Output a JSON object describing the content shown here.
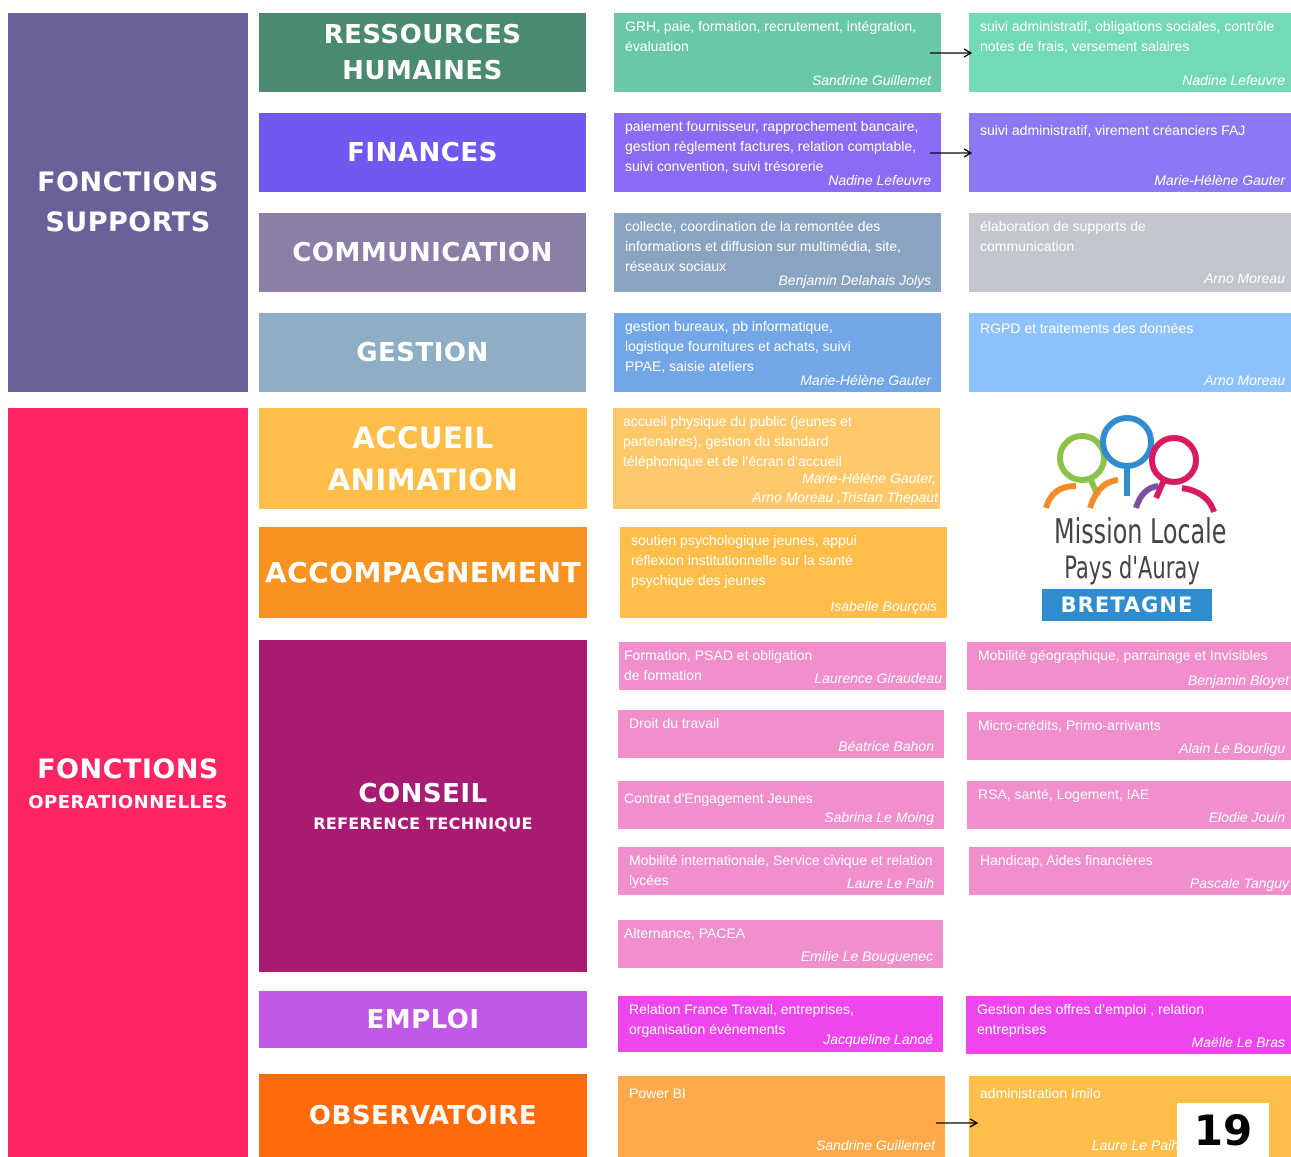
{
  "groups": {
    "supports": {
      "line1": "FONCTIONS",
      "line2": "SUPPORTS",
      "color": "#6a6199"
    },
    "operationnelles": {
      "line1": "FONCTIONS",
      "line2": "OPERATIONNELLES",
      "color": "#ff2462"
    }
  },
  "categories": {
    "rh": {
      "line1": "RESSOURCES",
      "line2": "HUMAINES",
      "color": "#4a8a6f"
    },
    "finances": {
      "line1": "FINANCES",
      "color": "#6f59f0"
    },
    "communication": {
      "line1": "COMMUNICATION",
      "color": "#8b7fa8"
    },
    "gestion": {
      "line1": "GESTION",
      "color": "#8eaec6"
    },
    "accueil": {
      "line1": "ACCUEIL",
      "line2": "ANIMATION",
      "color": "#ffbd4a"
    },
    "accompagnement": {
      "line1": "ACCOMPAGNEMENT",
      "color": "#f7931e"
    },
    "conseil": {
      "line1": "CONSEIL",
      "line2": "REFERENCE TECHNIQUE",
      "color": "#a71b73"
    },
    "emploi": {
      "line1": "EMPLOI",
      "color": "#c259e6"
    },
    "observatoire": {
      "line1": "OBSERVATOIRE",
      "color": "#ff6b0a"
    }
  },
  "tasks": {
    "rh1": {
      "desc": "GRH, paie, formation, recrutement, intégration, évaluation",
      "person": "Sandrine Guillemet",
      "color": "#6ac8a7"
    },
    "rh2": {
      "desc": "suivi administratif, obligations sociales, contrôle notes de frais, versement salaires",
      "person": "Nadine Lefeuvre",
      "color": "#72dab8"
    },
    "fin1": {
      "desc": "paiement fournisseur, rapprochement bancaire, gestion règlement factures, relation comptable, suivi convention, suivi trésorerie",
      "person": "Nadine Lefeuvre",
      "color": "#8a6cf4"
    },
    "fin2": {
      "desc": "suivi administratif, virement créanciers FAJ",
      "person": "Marie-Hélène Gauter",
      "color": "#8b78f4"
    },
    "com1": {
      "desc": "collecte, coordination de la remontée des informations et diffusion sur multimédia, site, réseaux sociaux",
      "person": "Benjamin Delahais Jolys",
      "color": "#8aa3c0"
    },
    "com2": {
      "desc": "élaboration de supports de communication",
      "person": "Arno Moreau",
      "color": "#c3c6cc"
    },
    "ges1": {
      "desc": "gestion bureaux, pb informatique, logistique fournitures et achats, suivi PPAE, saisie ateliers",
      "person": "Marie-Hélène Gauter",
      "color": "#72a6e6"
    },
    "ges2": {
      "desc": "RGPD et traitements des données",
      "person": "Arno Moreau",
      "color": "#8ec2fc"
    },
    "acc1": {
      "desc": "accueil physique du public (jeunes et partenaires), gestion du standard téléphonique et de l’écran d’accueil",
      "person": "Marie-Hélène Gauter,",
      "person2": "Arno Moreau ,Tristan Thepaut",
      "color": "#ffc86a"
    },
    "accomp1": {
      "desc": "soutien psychologique jeunes, appui réflexion institutionnelle sur la santé psychique des jeunes",
      "person": "Isabelle Bourçois",
      "color": "#ffbd4a"
    },
    "cons1": {
      "desc": "Formation, PSAD et obligation de formation",
      "person": "Laurence Giraudeau",
      "color": "#f08fcc"
    },
    "cons2": {
      "desc": "Mobilité géographique, parrainage et Invisibles",
      "person": "Benjamin Bloyet",
      "color": "#f08fcc"
    },
    "cons3": {
      "desc": "Droit du travail",
      "person": "Béatrice Bahon",
      "color": "#f08fcc"
    },
    "cons4": {
      "desc": "Micro-crédits, Primo-arrivants",
      "person": "Alain Le Bourligu",
      "color": "#f08fcc"
    },
    "cons5": {
      "desc": "Contrat d'Engagement Jeunes",
      "person": "Sabrina Le Moing",
      "color": "#f08fcc"
    },
    "cons6": {
      "desc": "RSA, santé, Logement, IAE",
      "person": "Elodie Jouin",
      "color": "#f08fcc"
    },
    "cons7": {
      "desc": "Mobilité internationale, Service civique et relation lycées",
      "person": "Laure Le Paih",
      "color": "#f08fcc"
    },
    "cons8": {
      "desc": "Handicap, Aides financières",
      "person": "Pascale Tanguy",
      "color": "#f08fcc"
    },
    "cons9": {
      "desc": "Alternance, PACEA",
      "person": "Emilie Le Bouguenec",
      "color": "#f08fcc"
    },
    "emp1": {
      "desc": "Relation France Travail, entreprises, organisation évènements",
      "person": "Jacqueline Lanoé",
      "color": "#ee45ee"
    },
    "emp2": {
      "desc": "Gestion des offres d’emploi , relation entreprises",
      "person": "Maëlle Le Bras",
      "color": "#ee45ee"
    },
    "obs1": {
      "desc": "Power BI",
      "person": "Sandrine Guillemet",
      "color": "#ffaa4a"
    },
    "obs2": {
      "desc": "administration Imilo",
      "person": "Laure Le Paih",
      "color": "#ffbd4a"
    }
  },
  "logo": {
    "line1": "Mission Locale",
    "line2": "Pays d'Auray",
    "line3": "BRETAGNE"
  },
  "page_number": "19"
}
